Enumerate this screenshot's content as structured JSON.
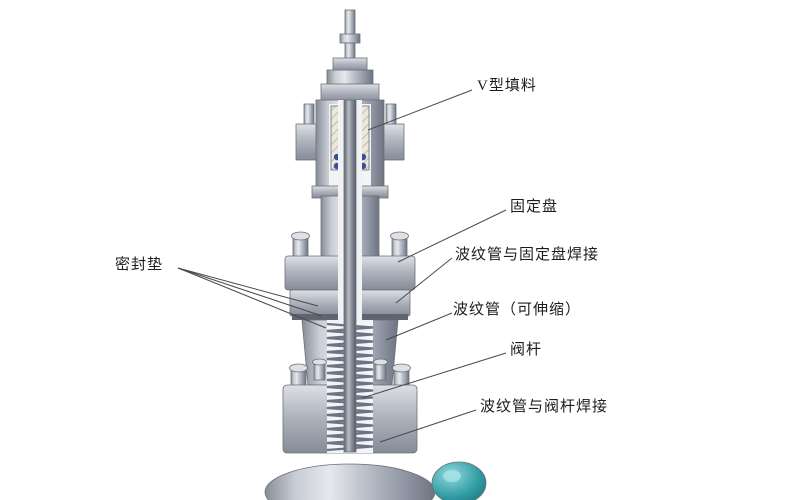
{
  "diagram": {
    "subject": "bellows-sealed valve cross-section",
    "labels": [
      {
        "id": "v-packing",
        "text": "V型填料"
      },
      {
        "id": "fixed-plate",
        "text": "固定盘"
      },
      {
        "id": "bellows-fixed-plate-weld",
        "text": "波纹管与固定盘焊接"
      },
      {
        "id": "seal-gasket",
        "text": "密封垫"
      },
      {
        "id": "bellows-extensible",
        "text": "波纹管（可伸缩）"
      },
      {
        "id": "valve-stem",
        "text": "阀杆"
      },
      {
        "id": "bellows-stem-weld",
        "text": "波纹管与阀杆焊接"
      }
    ],
    "colors": {
      "metal_light": "#e6e8ec",
      "metal_mid": "#b3b8c2",
      "metal_dark": "#6f7481",
      "packing": "#ece9dc",
      "packing_blue": "#3b4da0",
      "accent_teal": "#2f9aa3",
      "leader_line": "#4a4a4a",
      "background": "#ffffff"
    }
  }
}
